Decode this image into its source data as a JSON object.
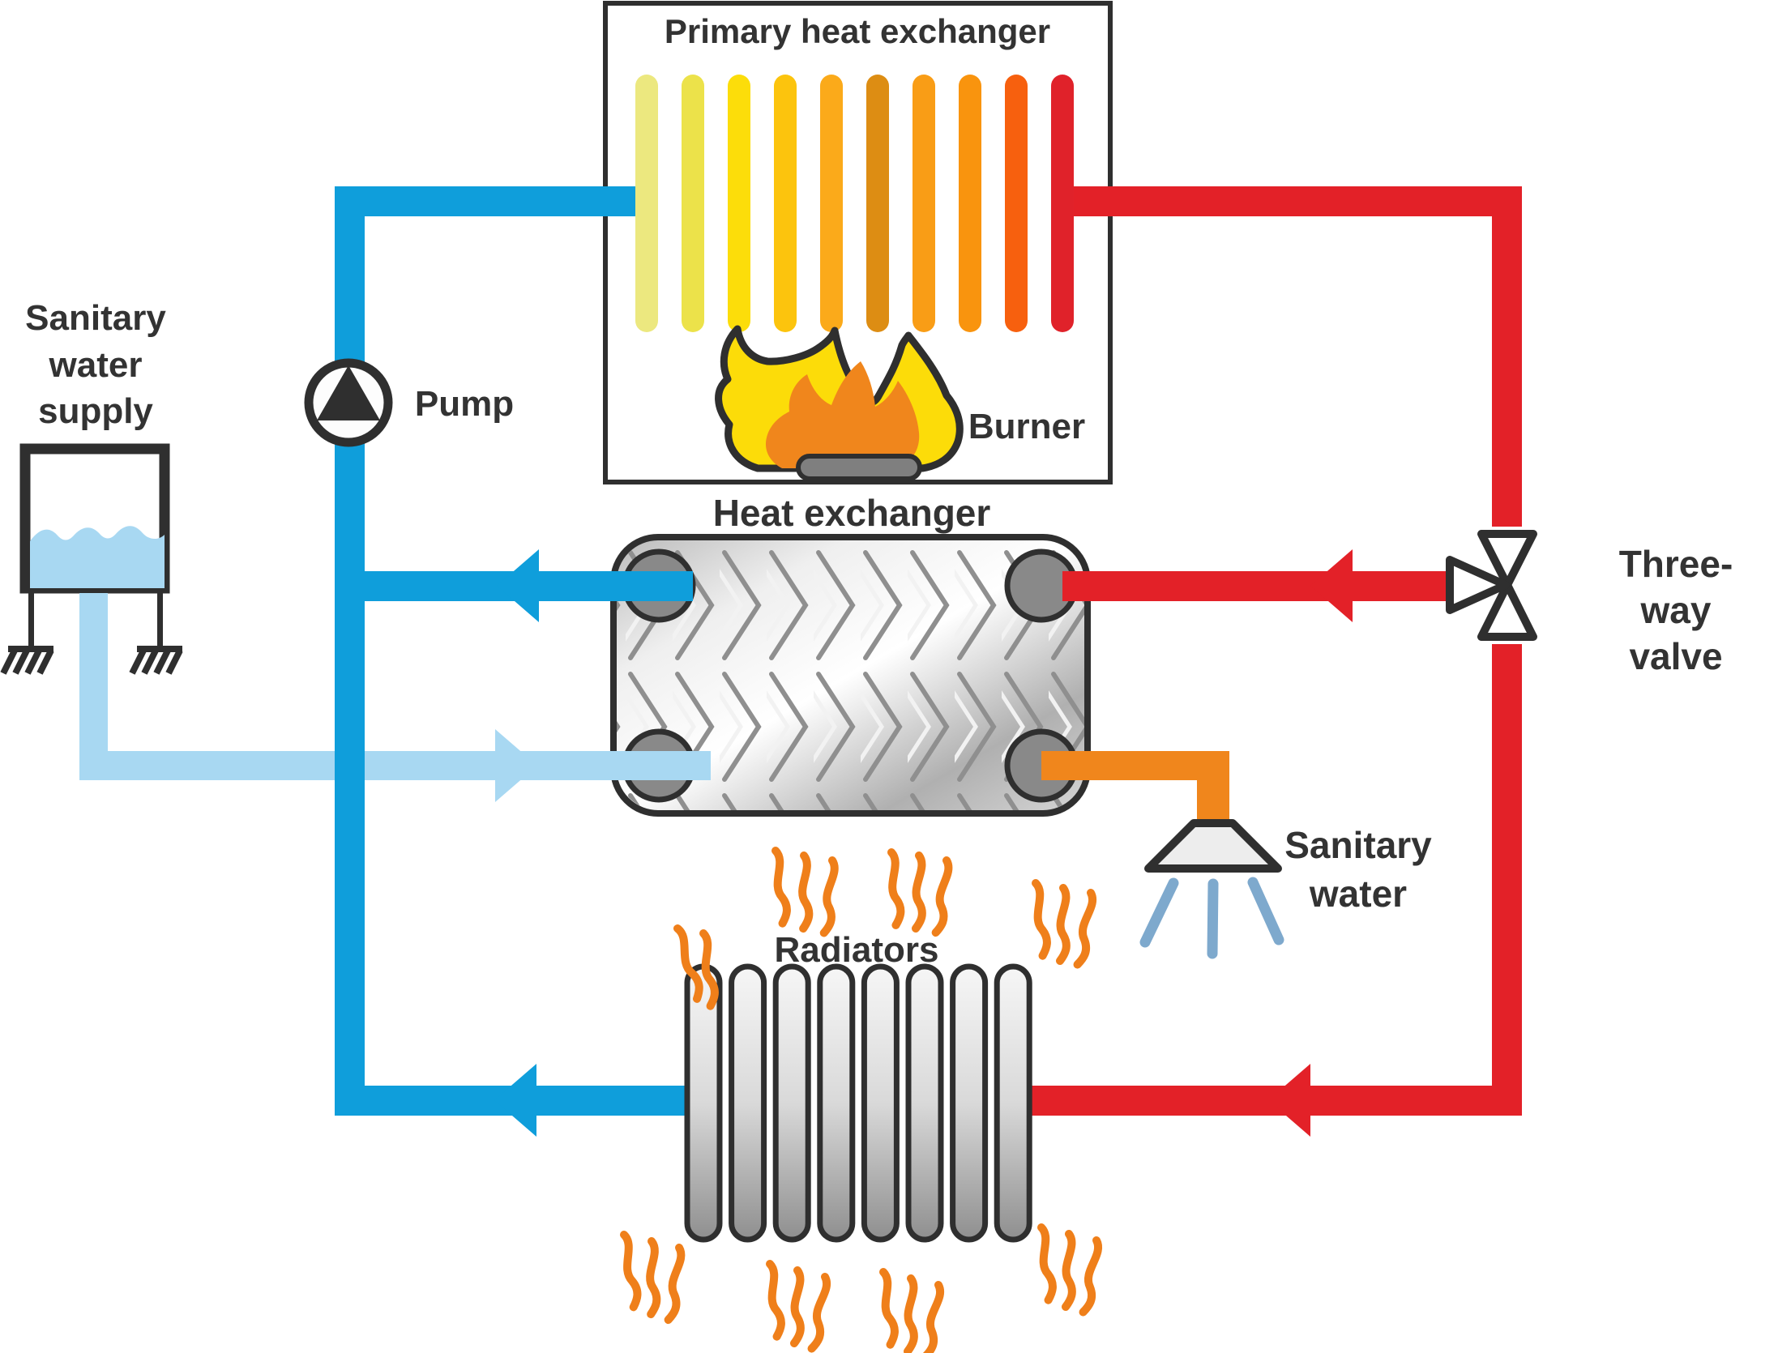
{
  "diagram": {
    "labels": {
      "primary_heat_exchanger": "Primary heat exchanger",
      "burner": "Burner",
      "pump": "Pump",
      "sanitary_water_supply": "Sanitary\nwater\nsupply",
      "heat_exchanger": "Heat exchanger",
      "three_way_valve": "Three-way\nvalve",
      "sanitary_water": "Sanitary\nwater",
      "radiators": "Radiators"
    },
    "colors": {
      "hot_red": "#e32128",
      "cold_blue": "#0f9edb",
      "supply_light_blue": "#a8d8f2",
      "tank_water_blue": "#a8d8f2",
      "sanitary_hot_orange": "#f0861c",
      "heat_wave_orange": "#ef7f1a",
      "spray_blue": "#7ea9cd",
      "outline_dark": "#2f2f2f",
      "burner_gray": "#7f7f7f",
      "flame_yellow": "#fcdc09",
      "flame_inner_orange": "#f0861c",
      "port_gray": "#898989"
    },
    "primary_exchanger_bar_colors": [
      "#ece87f",
      "#ece24a",
      "#fcdd0a",
      "#fcc40d",
      "#fbaa1a",
      "#dd8d13",
      "#f99d16",
      "#f9940e",
      "#f7600e",
      "#e0222a"
    ],
    "radiators_count": 8
  }
}
